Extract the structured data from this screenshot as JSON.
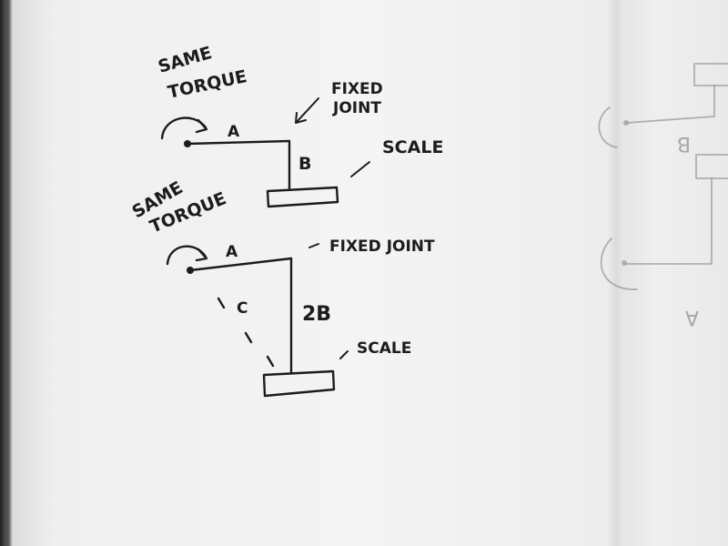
{
  "top_diagram": {
    "torque_line1": "SAME",
    "torque_line2": "TORQUE",
    "arm_label": "A",
    "vertical_label": "B",
    "joint_label_line1": "FIXED",
    "joint_label_line2": "JOINT",
    "scale_label": "SCALE"
  },
  "bottom_diagram": {
    "torque_line1": "SAME",
    "torque_line2": "TORQUE",
    "arm_label": "A",
    "diagonal_label": "C",
    "vertical_label": "2B",
    "joint_label": "FIXED JOINT",
    "scale_label": "SCALE"
  },
  "bleed_through": {
    "upper_label": "B",
    "lower_label": "A"
  }
}
